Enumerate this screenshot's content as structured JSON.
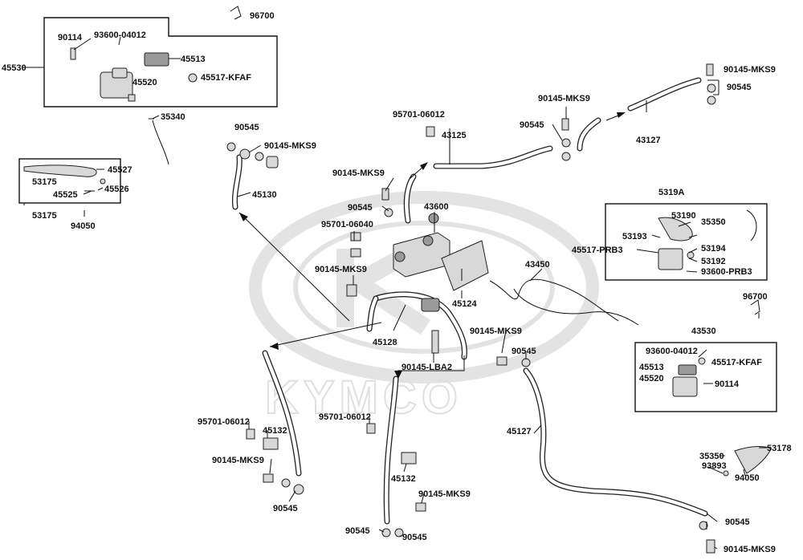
{
  "watermark": {
    "brand": "KYMCO"
  },
  "callouts": {
    "top_96700": "96700",
    "g1_45530": "45530",
    "g1_90114": "90114",
    "g1_93600": "93600-04012",
    "g1_45513": "45513",
    "g1_45520": "45520",
    "g1_45517": "45517-KFAF",
    "p_35340": "35340",
    "p_90545_a": "90545",
    "p_90145_a": "90145-MKS9",
    "p_45130": "45130",
    "g2_45527": "45527",
    "g2_53175_in": "53175",
    "g2_45525": "45525",
    "g2_45526": "45526",
    "g2_53175_out": "53175",
    "p_94050_a": "94050",
    "p_95701_a": "95701-06012",
    "p_43125": "43125",
    "p_90145_b": "90145-MKS9",
    "p_90545_b": "90545",
    "p_90145_c": "90145-MKS9",
    "p_90545_c": "90545",
    "p_43600": "43600",
    "p_95701_b": "95701-06040",
    "p_90145_d": "90145-MKS9",
    "p_45124": "45124",
    "p_45128": "45128",
    "p_90145_lba2": "90145-LBA2",
    "p_90145_e": "90145-MKS9",
    "p_90545_d": "90545",
    "p_43127": "43127",
    "g3_5319a": "5319A",
    "g3_53190": "53190",
    "g3_35350": "35350",
    "g3_53193": "53193",
    "g3_53194": "53194",
    "g3_45517": "45517-PRB3",
    "g3_53192": "53192",
    "g3_93600": "93600-PRB3",
    "p_43450": "43450",
    "p_90145_f": "90145-MKS9",
    "p_90545_e": "90545",
    "p_96700_b": "96700",
    "g4_43530": "43530",
    "g4_93600": "93600-04012",
    "g4_45517": "45517-KFAF",
    "g4_45513": "45513",
    "g4_45520": "45520",
    "g4_90114": "90114",
    "p_45127": "45127",
    "p_95701_c": "95701-06012",
    "p_45132_a": "45132",
    "p_90145_g": "90145-MKS9",
    "p_90545_f": "90545",
    "p_95701_d": "95701-06012",
    "p_45132_b": "45132",
    "p_90145_h": "90145-MKS9",
    "p_90545_g": "90545",
    "p_90545_h": "90545",
    "p_35350_b": "35350",
    "p_53178": "53178",
    "p_93893": "93893",
    "p_94050_b": "94050",
    "p_90545_i": "90545",
    "p_90145_i": "90145-MKS9"
  }
}
